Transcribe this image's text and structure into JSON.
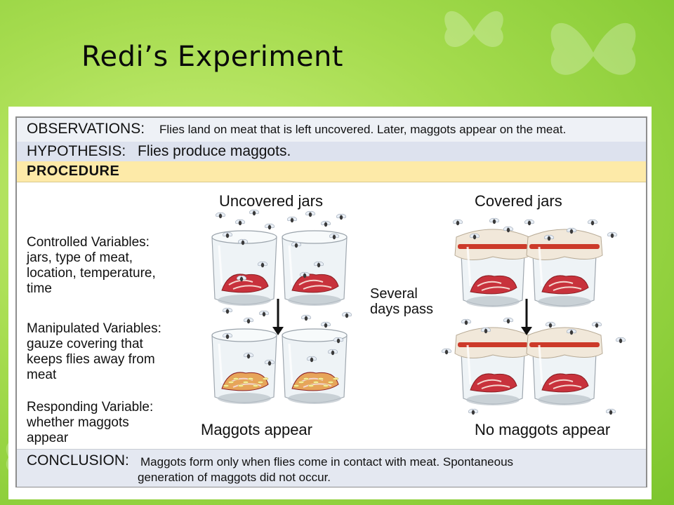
{
  "title": "Redi’s Experiment",
  "observations": {
    "label": "OBSERVATIONS:",
    "text": "Flies land on meat that is left uncovered.  Later, maggots appear on the meat."
  },
  "hypothesis": {
    "label": "HYPOTHESIS:",
    "text": "Flies produce maggots."
  },
  "procedure": {
    "label": "PROCEDURE"
  },
  "variables": {
    "controlled": [
      "Controlled Variables:",
      "jars, type of meat,",
      "location, temperature,",
      "time"
    ],
    "manipulated": [
      "Manipulated Variables:",
      "gauze covering that",
      "keeps flies away from",
      "meat"
    ],
    "responding": [
      "Responding Variable:",
      "whether maggots",
      "appear"
    ]
  },
  "groups": {
    "uncovered": "Uncovered jars",
    "covered": "Covered jars",
    "time_passes": [
      "Several",
      "days pass"
    ],
    "uncovered_result": "Maggots appear",
    "covered_result": "No maggots appear"
  },
  "conclusion": {
    "label": "CONCLUSION:",
    "lines": [
      "Maggots form only when flies come in contact with meat. Spontaneous",
      "generation of maggots did not occur."
    ]
  },
  "colors": {
    "background": "#a6dc4f",
    "procedure_band": "#fdeaa8",
    "gauze_band": "#cc3a2a",
    "meat": "#c8323c"
  }
}
